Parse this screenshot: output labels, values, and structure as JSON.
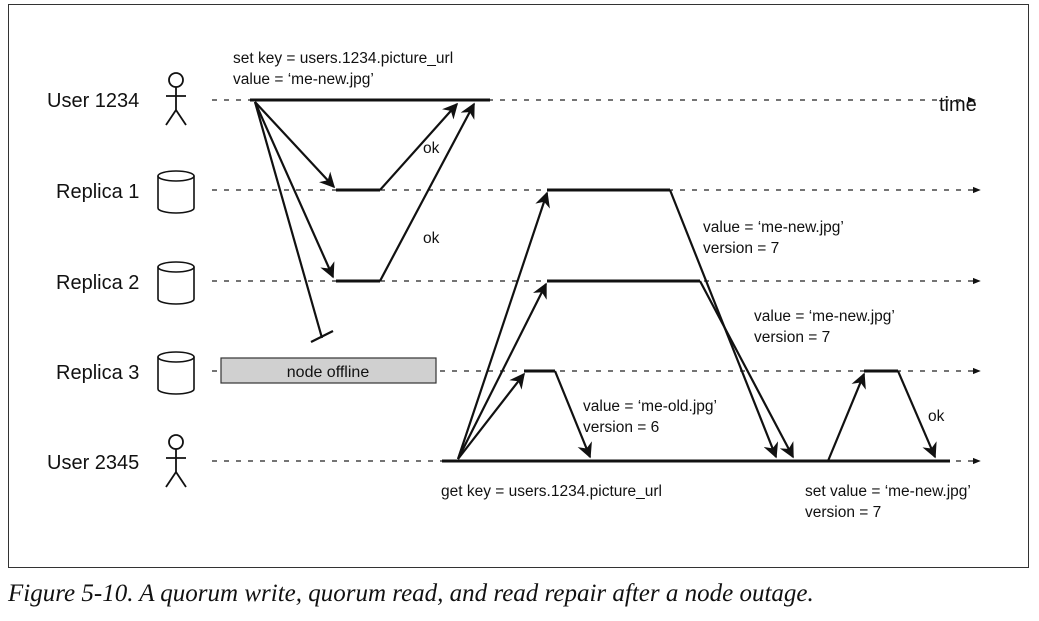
{
  "rows": [
    {
      "id": "user1234",
      "label": "User 1234",
      "kind": "user"
    },
    {
      "id": "replica1",
      "label": "Replica 1",
      "kind": "replica"
    },
    {
      "id": "replica2",
      "label": "Replica 2",
      "kind": "replica"
    },
    {
      "id": "replica3",
      "label": "Replica 3",
      "kind": "replica"
    },
    {
      "id": "user2345",
      "label": "User 2345",
      "kind": "user"
    }
  ],
  "time_label": "time",
  "write_request": {
    "line1": "set key = users.1234.picture_url",
    "line2": "value = ‘me-new.jpg’"
  },
  "ok_labels": [
    "ok",
    "ok",
    "ok"
  ],
  "offline_label": "node offline",
  "replica1_response": {
    "line1": "value = ‘me-new.jpg’",
    "line2": "version = 7"
  },
  "replica2_response": {
    "line1": "value = ‘me-new.jpg’",
    "line2": "version = 7"
  },
  "replica3_response": {
    "line1": "value = ‘me-old.jpg’",
    "line2": "version = 6"
  },
  "read_request": "get key = users.1234.picture_url",
  "repair_request": {
    "line1": "set value = ‘me-new.jpg’",
    "line2": "version = 7"
  },
  "caption": "Figure 5-10. A quorum write, quorum read, and read repair after a node outage."
}
